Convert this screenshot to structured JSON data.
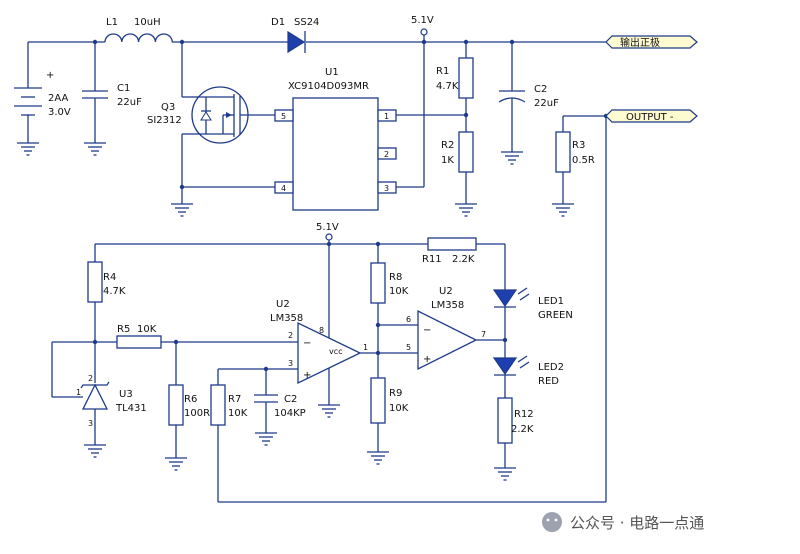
{
  "top": {
    "vcc_label": "5.1V",
    "L1": {
      "label": "L1",
      "value": "10uH"
    },
    "D1": {
      "label": "D1",
      "value": "SS24"
    },
    "battery": {
      "plus": "+",
      "label": "2AA",
      "voltage": "3.0V"
    },
    "C1": {
      "label": "C1",
      "value": "22uF"
    },
    "Q3": {
      "label": "Q3",
      "value": "SI2312"
    },
    "U1": {
      "label": "U1",
      "part": "XC9104D093MR",
      "pins": [
        "5",
        "4",
        "1",
        "2",
        "3"
      ]
    },
    "R1": {
      "label": "R1",
      "value": "4.7K"
    },
    "R2": {
      "label": "R2",
      "value": "1K"
    },
    "C2": {
      "label": "C2",
      "value": "22uF"
    },
    "R3": {
      "label": "R3",
      "value": "0.5R"
    },
    "port_pos": "输出正极",
    "port_neg": "OUTPUT -"
  },
  "bottom": {
    "vcc_label": "5.1V",
    "R11": {
      "label": "R11",
      "value": "2.2K"
    },
    "R4": {
      "label": "R4",
      "value": "4.7K"
    },
    "R5": {
      "label": "R5",
      "value": "10K"
    },
    "U3": {
      "label": "U3",
      "part": "TL431",
      "pins": [
        "2",
        "1",
        "3"
      ]
    },
    "R6": {
      "label": "R6",
      "value": "100R"
    },
    "R7": {
      "label": "R7",
      "value": "10K"
    },
    "C2": {
      "label": "C2",
      "value": "104KP"
    },
    "U2_left": {
      "label": "U2",
      "part": "LM358",
      "minus": "−",
      "plus": "+",
      "vcc": "vcc",
      "pins": [
        "2",
        "3",
        "8",
        "1"
      ]
    },
    "R8": {
      "label": "R8",
      "value": "10K"
    },
    "R9": {
      "label": "R9",
      "value": "10K"
    },
    "U2_right": {
      "label": "U2",
      "part": "LM358",
      "minus": "−",
      "plus": "+",
      "pins": [
        "6",
        "5",
        "7"
      ]
    },
    "LED1": {
      "label": "LED1",
      "color": "GREEN"
    },
    "LED2": {
      "label": "LED2",
      "color": "RED"
    },
    "R12": {
      "label": "R12",
      "value": "2.2K"
    }
  },
  "watermark": "公众号 · 电路一点通"
}
